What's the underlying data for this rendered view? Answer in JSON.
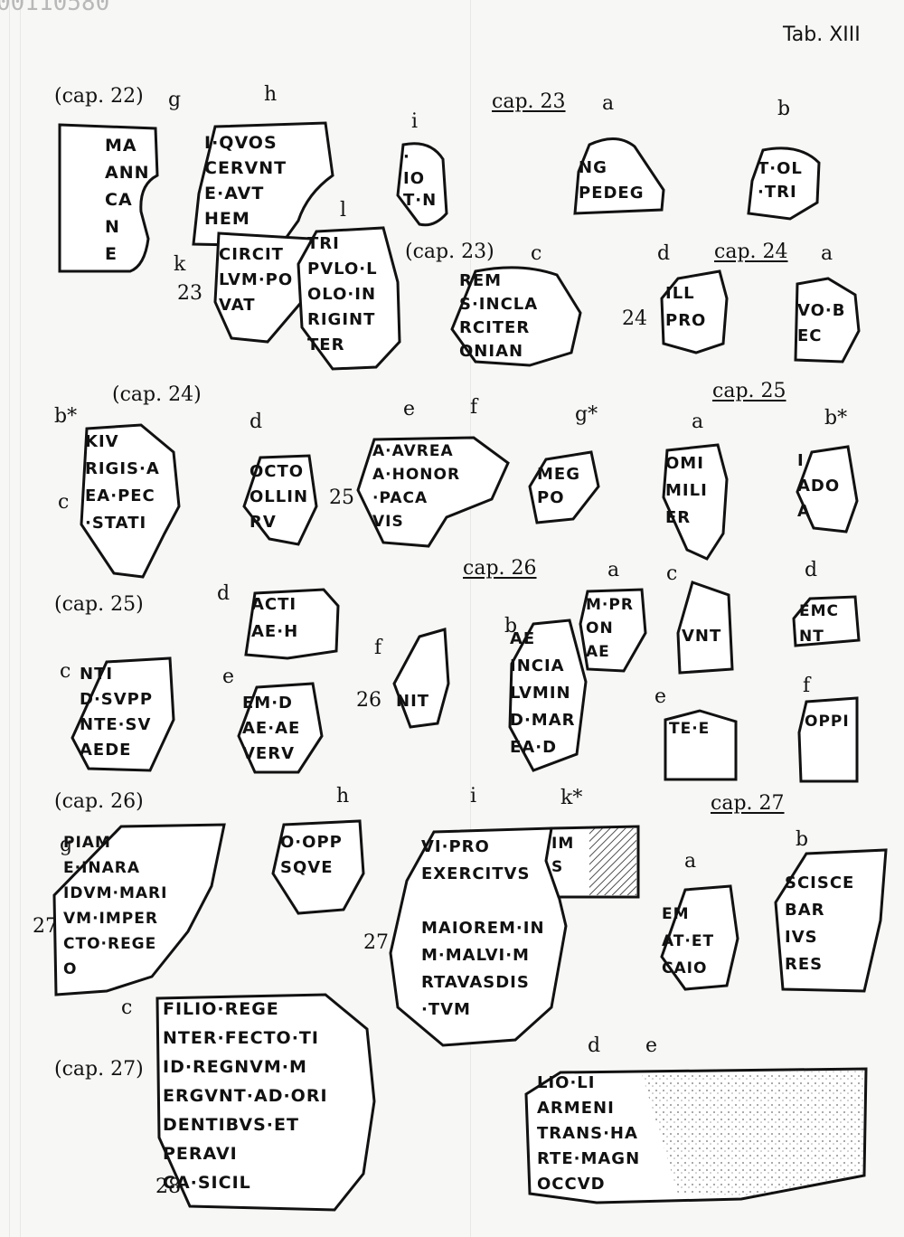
{
  "corner_id": "00110580",
  "plate_title": "Tab. XIII",
  "labels": [
    {
      "id": "l1",
      "text": "(cap. 22)"
    },
    {
      "id": "l2",
      "text": "g"
    },
    {
      "id": "l3",
      "text": "h"
    },
    {
      "id": "l4",
      "text": "i"
    },
    {
      "id": "l5",
      "text": "cap. 23"
    },
    {
      "id": "l6",
      "text": "a"
    },
    {
      "id": "l7",
      "text": "b"
    },
    {
      "id": "l8",
      "text": "l"
    },
    {
      "id": "l9",
      "text": "k"
    },
    {
      "id": "l10",
      "text": "23"
    },
    {
      "id": "l11",
      "text": "(cap. 23)"
    },
    {
      "id": "l12",
      "text": "c"
    },
    {
      "id": "l13",
      "text": "d"
    },
    {
      "id": "l14",
      "text": "cap. 24"
    },
    {
      "id": "l15",
      "text": "a"
    },
    {
      "id": "l16",
      "text": "24"
    },
    {
      "id": "l17",
      "text": "b*"
    },
    {
      "id": "l18",
      "text": "(cap. 24)"
    },
    {
      "id": "l19",
      "text": "d"
    },
    {
      "id": "l20",
      "text": "e"
    },
    {
      "id": "l21",
      "text": "f"
    },
    {
      "id": "l22",
      "text": "g*"
    },
    {
      "id": "l23",
      "text": "cap. 25"
    },
    {
      "id": "l24",
      "text": "a"
    },
    {
      "id": "l25",
      "text": "b*"
    },
    {
      "id": "l26",
      "text": "c"
    },
    {
      "id": "l27",
      "text": "25"
    },
    {
      "id": "l28",
      "text": "cap. 26"
    },
    {
      "id": "l29",
      "text": "a"
    },
    {
      "id": "l30",
      "text": "c"
    },
    {
      "id": "l31",
      "text": "d"
    },
    {
      "id": "l32",
      "text": "(cap. 25)"
    },
    {
      "id": "l33",
      "text": "d"
    },
    {
      "id": "l34",
      "text": "b"
    },
    {
      "id": "l35",
      "text": "f"
    },
    {
      "id": "l36",
      "text": "c"
    },
    {
      "id": "l37",
      "text": "e"
    },
    {
      "id": "l38",
      "text": "26"
    },
    {
      "id": "l39",
      "text": "e"
    },
    {
      "id": "l40",
      "text": "f"
    },
    {
      "id": "l41",
      "text": "(cap. 26)"
    },
    {
      "id": "l42",
      "text": "h"
    },
    {
      "id": "l43",
      "text": "i"
    },
    {
      "id": "l44",
      "text": "k*"
    },
    {
      "id": "l45",
      "text": "cap. 27"
    },
    {
      "id": "l46",
      "text": "g"
    },
    {
      "id": "l47",
      "text": "b"
    },
    {
      "id": "l48",
      "text": "a"
    },
    {
      "id": "l49",
      "text": "27"
    },
    {
      "id": "l50",
      "text": "27"
    },
    {
      "id": "l51",
      "text": "c"
    },
    {
      "id": "l52",
      "text": "(cap. 27)"
    },
    {
      "id": "l53",
      "text": "d"
    },
    {
      "id": "l54",
      "text": "e"
    },
    {
      "id": "l55",
      "text": "28"
    }
  ],
  "fragments": [
    {
      "id": "f22g",
      "lines": [
        "MA",
        "ANN",
        "CA",
        "N",
        "E"
      ]
    },
    {
      "id": "f22h",
      "lines": [
        "I·QVOS",
        "CERVNT",
        "E·AVT",
        "HEM"
      ]
    },
    {
      "id": "f22i",
      "lines": [
        "·",
        "IO",
        "T·N"
      ]
    },
    {
      "id": "f23a",
      "lines": [
        "NG",
        "PEDEG"
      ]
    },
    {
      "id": "f23b",
      "lines": [
        "T·OL",
        "·TRI"
      ]
    },
    {
      "id": "f23k",
      "lines": [
        "CIRCIT",
        "LVM·PO",
        "VAT"
      ]
    },
    {
      "id": "f23l",
      "lines": [
        "TRI",
        "PVLO·L",
        "OLO·IN",
        "RIGINT",
        "TER"
      ]
    },
    {
      "id": "f23c",
      "lines": [
        "REM",
        "S·INCLA",
        "RCITER",
        "ONIAN"
      ]
    },
    {
      "id": "f23d",
      "lines": [
        "ILL",
        "PRO"
      ]
    },
    {
      "id": "f24a",
      "lines": [
        "VO·B",
        "EC"
      ]
    },
    {
      "id": "f24b",
      "lines": [
        "KIV",
        "RIGIS·A",
        "EA·PEC",
        "·STATI"
      ]
    },
    {
      "id": "f24d",
      "lines": [
        "OCTO",
        "OLLIN",
        "RV"
      ]
    },
    {
      "id": "f24e",
      "lines": [
        "A·AVREA",
        "A·HONOR",
        "·PACA",
        "VIS"
      ]
    },
    {
      "id": "f24g",
      "lines": [
        "MEG",
        "PO"
      ]
    },
    {
      "id": "f25a",
      "lines": [
        "OMI",
        "MILI",
        "ER"
      ]
    },
    {
      "id": "f25b",
      "lines": [
        "I",
        "ADO",
        "A"
      ]
    },
    {
      "id": "f25d",
      "lines": [
        "ACTI",
        "AE·H"
      ]
    },
    {
      "id": "f25c",
      "lines": [
        "NTI",
        "D·SVPP",
        "NTE·SV",
        "AEDE"
      ]
    },
    {
      "id": "f25e",
      "lines": [
        "EM·D",
        "AE·AE",
        "VERV"
      ]
    },
    {
      "id": "f25f",
      "lines": [
        "NIT"
      ]
    },
    {
      "id": "f26a",
      "lines": [
        "M·PR",
        "ON",
        "AE"
      ]
    },
    {
      "id": "f26b",
      "lines": [
        "AE",
        "INCIA",
        "LVMIN",
        "D·MAR",
        "EA·D"
      ]
    },
    {
      "id": "f26c",
      "lines": [
        "VNT"
      ]
    },
    {
      "id": "f26d",
      "lines": [
        "EMC",
        "NT"
      ]
    },
    {
      "id": "f26e",
      "lines": [
        "TE·E"
      ]
    },
    {
      "id": "f26f",
      "lines": [
        "OPPI"
      ]
    },
    {
      "id": "f26g",
      "lines": [
        "PIAM",
        "E·INARA",
        "IDVM·MARI",
        "VM·IMPER",
        "CTO·REGE",
        "O"
      ]
    },
    {
      "id": "f26h",
      "lines": [
        "O·OPP",
        "SQVE"
      ]
    },
    {
      "id": "f26i",
      "lines": [
        "VI·PRO",
        "EXERCITVS",
        "",
        "MAIOREM·IN",
        "M·MALVI·M",
        "RTAVASDIS",
        "·TVM"
      ]
    },
    {
      "id": "f26k",
      "lines": [
        "IM",
        "S"
      ]
    },
    {
      "id": "f27a",
      "lines": [
        "EM",
        "AT·ET",
        "CAIO"
      ]
    },
    {
      "id": "f27b",
      "lines": [
        "SCISCE",
        "BAR",
        "IVS",
        "RES"
      ]
    },
    {
      "id": "f27c",
      "lines": [
        "FILIO·REGE",
        "NTER·FECTO·TI",
        "ID·REGNVM·M",
        "ERGVNT·AD·ORI",
        "DENTIBVS·ET",
        "PERAVI",
        "CA·SICIL"
      ]
    },
    {
      "id": "f27de",
      "lines": [
        "LIO·LI",
        "ARMENI",
        "TRANS·HA",
        "RTE·MAGN",
        "OCCVD"
      ]
    }
  ]
}
